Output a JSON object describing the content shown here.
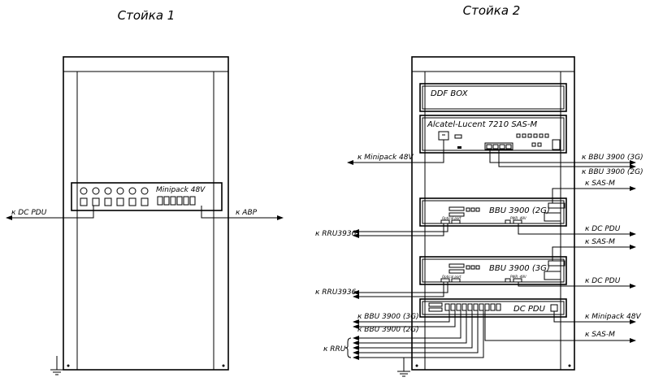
{
  "racks": {
    "rack1": {
      "title": "Стойка 1"
    },
    "rack2": {
      "title": "Стойка 2"
    }
  },
  "rack1_devices": {
    "minipack": "Minipack 48V"
  },
  "rack1_labels": {
    "dc_pdu": "к DC PDU",
    "avr": "к АВР"
  },
  "rack2_devices": {
    "ddf": "DDF BOX",
    "alcatel": "Alcatel-Lucent 7210 SAS-M",
    "bbu2g": "BBU 3900 (2G)",
    "bbu3g": "BBU 3900 (3G)",
    "dcpdu": "DC PDU",
    "optical_port_1": "Optical port",
    "optical_port_2": "Optical port",
    "pwr_1": "PWR -48V",
    "pwr_2": "PWR -48V"
  },
  "rack2_labels": {
    "minipack_left": "к Minipack 48V",
    "bbu3g_r": "к BBU 3900 (3G)",
    "bbu2g_r": "к BBU 3900 (2G)",
    "sasm_1": "к SAS-M",
    "rru_1": "к RRU3936",
    "dcpdu_1": "к DC PDU",
    "sasm_2": "к SAS-M",
    "rru_2": "к RRU3936",
    "dcpdu_2": "к DC PDU",
    "bbu3g_l": "к BBU 3900 (3G)",
    "bbu2g_l": "к BBU 3900 (2G)",
    "minipack_right": "к Minipack 48V",
    "sasm_3": "к SAS-M",
    "rru": "к RRU"
  }
}
